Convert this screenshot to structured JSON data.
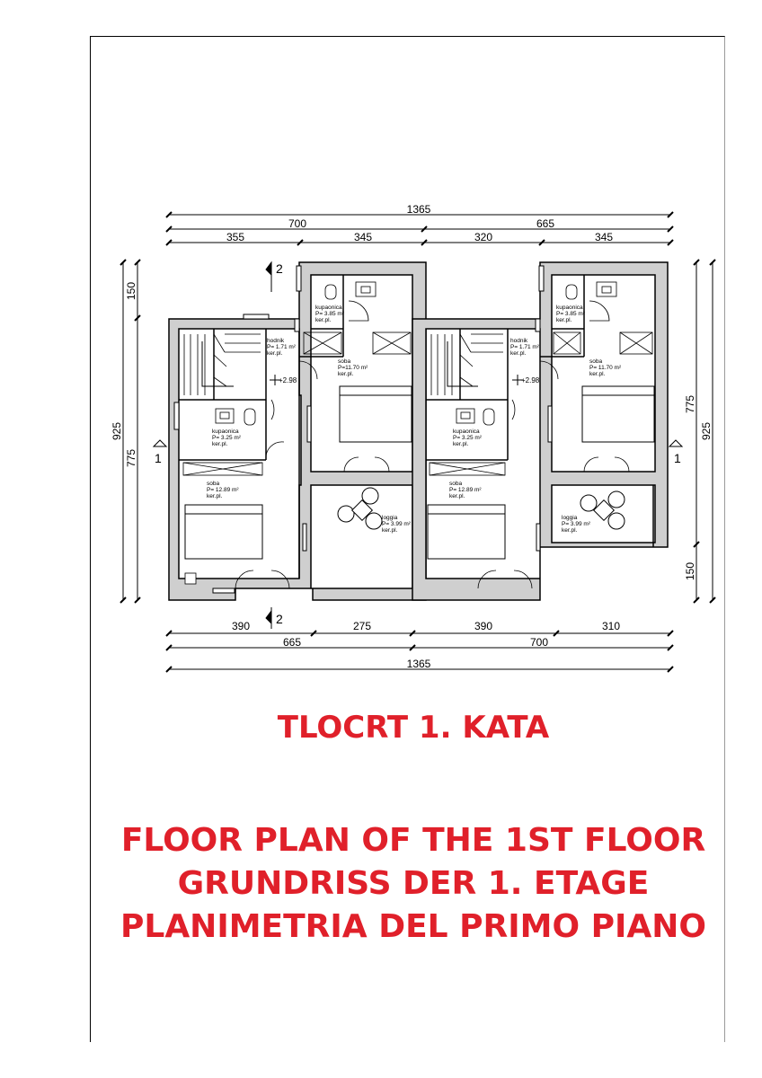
{
  "dimensions": {
    "top_total": "1365",
    "top_mid": [
      "700",
      "665"
    ],
    "top_sub": [
      "355",
      "345",
      "320",
      "345"
    ],
    "bottom_sub": [
      "390",
      "275",
      "390",
      "310"
    ],
    "bottom_mid": [
      "665",
      "700"
    ],
    "bottom_total": "1365",
    "left_outer": "925",
    "left_inner": [
      "150",
      "775"
    ],
    "right_inner": [
      "775",
      "150"
    ],
    "right_outer": "925"
  },
  "section_marks": {
    "top": "2",
    "bottom": "2",
    "left": "1",
    "right": "1"
  },
  "level_marks": [
    "+2.98",
    "+2.98"
  ],
  "rooms": {
    "unit_a": {
      "bath_top": [
        "kupaonica",
        "P= 3.85 m²",
        "ker.pl."
      ],
      "hall": [
        "hodnik",
        "P= 1.71 m²",
        "ker.pl."
      ],
      "bed_top": [
        "soba",
        "P=11.70 m²",
        "ker.pl."
      ],
      "bath_mid": [
        "kupaonica",
        "P= 3.25 m²",
        "ker.pl."
      ],
      "bed_bottom": [
        "soba",
        "P= 12.89 m²",
        "ker.pl."
      ],
      "loggia": [
        "loggia",
        "P= 3.99 m²",
        "ker.pl."
      ]
    },
    "unit_b": {
      "bath_top": [
        "kupaonica",
        "P= 3.85 m²",
        "ker.pl."
      ],
      "hall": [
        "hodnik",
        "P= 1.71 m²",
        "ker.pl."
      ],
      "bed_top": [
        "soba",
        "P= 11.70 m²",
        "ker.pl."
      ],
      "bath_mid": [
        "kupaonica",
        "P= 3.25 m²",
        "ker.pl."
      ],
      "bed_bottom": [
        "soba",
        "P= 12.89 m²",
        "ker.pl."
      ],
      "loggia": [
        "loggia",
        "P= 3.99 m²",
        "ker.pl."
      ]
    }
  },
  "watermark": "",
  "title_hr": "TLOCRT 1. KATA",
  "title_en": "FLOOR PLAN OF THE 1ST FLOOR",
  "title_de": "GRUNDRISS DER 1. ETAGE",
  "title_it": "PLANIMETRIA DEL PRIMO PIANO",
  "colors": {
    "title": "#e0202a",
    "wall_fill": "#cfcfcf",
    "line": "#000000"
  }
}
